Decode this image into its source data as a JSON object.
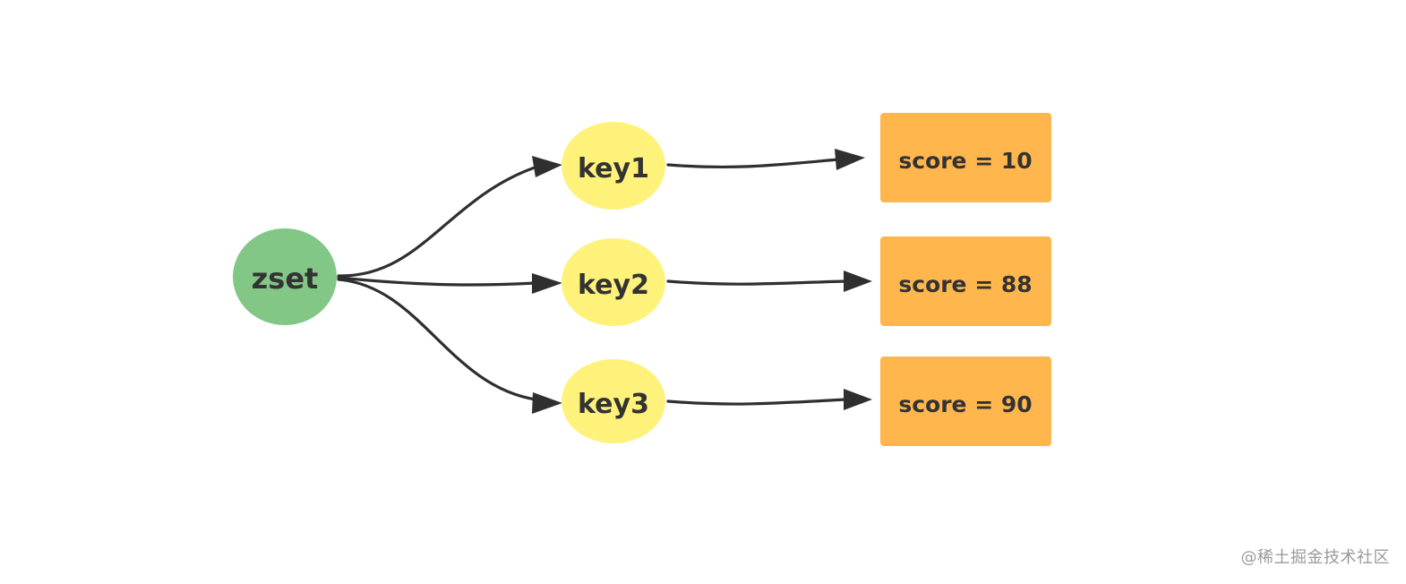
{
  "diagram": {
    "root": {
      "label": "zset",
      "color": "#82c785"
    },
    "keys": [
      {
        "label": "key1",
        "color": "#fff27a"
      },
      {
        "label": "key2",
        "color": "#fff27a"
      },
      {
        "label": "key3",
        "color": "#fff27a"
      }
    ],
    "scores": [
      {
        "label": "score = 10",
        "color": "#ffb74d"
      },
      {
        "label": "score = 88",
        "color": "#ffb74d"
      },
      {
        "label": "score = 90",
        "color": "#ffb74d"
      }
    ],
    "edge_color": "#2f2f2f"
  },
  "watermark": "@稀土掘金技术社区"
}
